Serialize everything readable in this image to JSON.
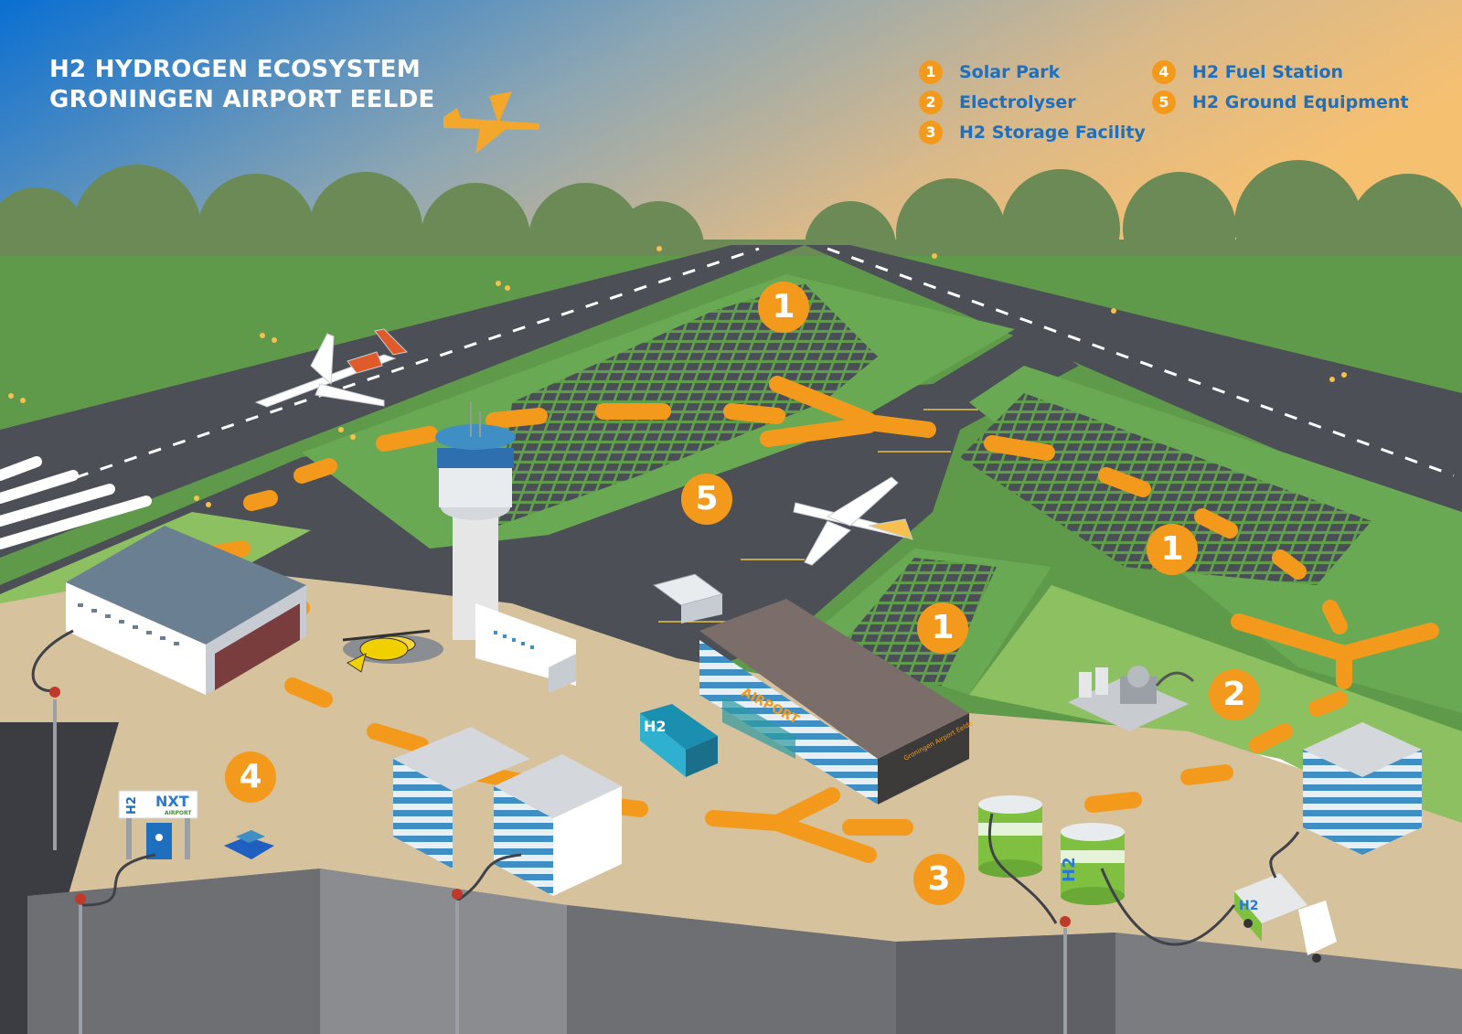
{
  "title": {
    "line1": "H2 HYDROGEN ECOSYSTEM",
    "line2": "GRONINGEN AIRPORT EELDE"
  },
  "legend": [
    {
      "number": "1",
      "label": "Solar Park"
    },
    {
      "number": "2",
      "label": "Electrolyser"
    },
    {
      "number": "3",
      "label": "H2 Storage Facility"
    },
    {
      "number": "4",
      "label": "H2 Fuel Station"
    },
    {
      "number": "5",
      "label": "H2 Ground Equipment"
    }
  ],
  "markers": {
    "solar_park_a": "1",
    "solar_park_b": "1",
    "solar_park_c": "1",
    "electrolyser": "2",
    "storage": "3",
    "fuel_station": "4",
    "ground_equipment": "5"
  },
  "signs": {
    "terminal": "AIRPORT",
    "terminal_name": "Groningen Airport Eelde",
    "fuel_station_h2": "H2",
    "fuel_station_brand": "NXT",
    "fuel_station_sub": "AIRPORT",
    "bus": "H2",
    "tank": "H2",
    "truck": "H2"
  },
  "colors": {
    "accent_orange": "#f39a1c",
    "legend_blue": "#1f6fbf",
    "sky_top": "#0a6fd1",
    "sky_right": "#f6c071",
    "grass": "#5f9a4a",
    "runway": "#4c4f55",
    "apron": "#d7c29e"
  }
}
